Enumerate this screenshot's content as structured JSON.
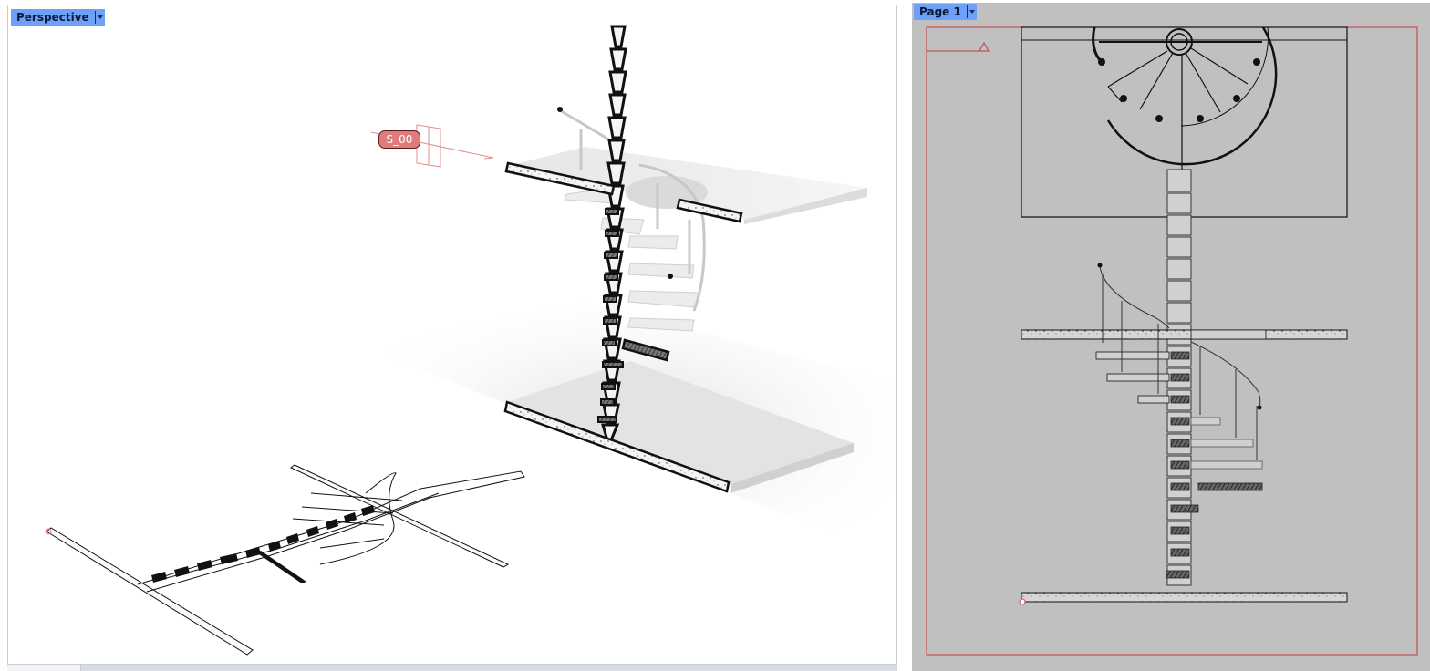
{
  "viewports": {
    "perspective": {
      "title": "Perspective",
      "section_tag": "S_00",
      "tag_color": "#e07b7b",
      "content": "Rendered 3D model of a spiral staircase with sectioned floor slabs and an isometric plan wireframe"
    },
    "layout": {
      "title": "Page 1",
      "border_color": "#c0393b",
      "background": "#c0c0c0",
      "content": "2D layout drawing: spiral staircase plan view (top) and section elevation (bottom)"
    }
  },
  "colors": {
    "tab_bg": "#6ea0f8",
    "tab_text": "#0d1a3a",
    "red_annot": "#d44a4a"
  }
}
